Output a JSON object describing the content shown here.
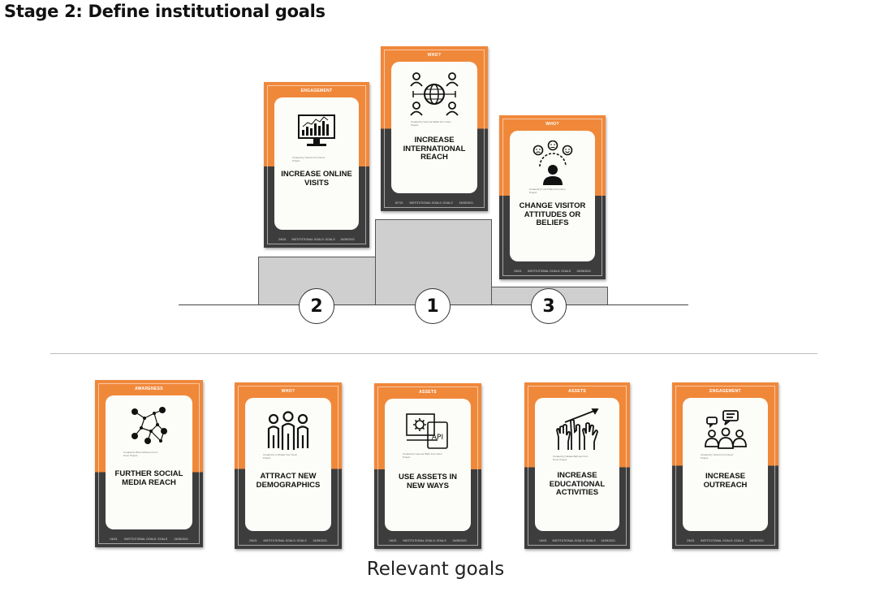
{
  "title": "Stage 2: Define institutional goals",
  "podium": {
    "ranks": [
      "2",
      "1",
      "3"
    ]
  },
  "podium_cards": [
    {
      "category": "ENGAGEMENT",
      "goal": "INCREASE ONLINE VISITS",
      "icon": "monitor-chart-icon",
      "credit": "Created by Vectorz from Noun Project",
      "footer": [
        "2/6/21",
        "INSTITUTIONAL GOALS: GOALS",
        "24/05/2021"
      ]
    },
    {
      "category": "WHO?",
      "goal": "INCREASE INTERNATIONAL REACH",
      "icon": "globe-people-icon",
      "credit": "Created by Gemma Mallet from Noun Project",
      "footer": [
        "8/7/21",
        "INSTITUTIONAL GOALS: GOALS",
        "24/05/2021"
      ]
    },
    {
      "category": "WHO?",
      "goal": "CHANGE VISITOR ATTITUDES OR BELIEFS",
      "icon": "visitor-mood-icon",
      "credit": "Created by Luis Prado from Noun Project",
      "footer": [
        "2/6/21",
        "INSTITUTIONAL GOALS: GOALS",
        "24/05/2021"
      ]
    }
  ],
  "relevant_cards": [
    {
      "category": "AWARENESS",
      "goal": "FURTHER SOCIAL MEDIA REACH",
      "icon": "social-network-icon",
      "credit": "Created by Bohm Dhamun from Noun Project",
      "footer": [
        "1/6/21",
        "INSTITUTIONAL GOALS: GOALS",
        "24/05/2021"
      ]
    },
    {
      "category": "WHO?",
      "goal": "ATTRACT NEW DEMOGRAPHICS",
      "icon": "people-group-icon",
      "credit": "Created by Il Ikhwan from Noun Project",
      "footer": [
        "2/6/21",
        "INSTITUTIONAL GOALS: GOALS",
        "24/05/2021"
      ]
    },
    {
      "category": "ASSETS",
      "goal": "USE ASSETS IN NEW WAYS",
      "icon": "api-device-icon",
      "credit": "Created by Gemma Wark from Noun Project",
      "footer": [
        "1/6/21",
        "INSTITUTIONAL GOALS: GOALS",
        "24/05/2021"
      ]
    },
    {
      "category": "ASSETS",
      "goal": "INCREASE EDUCATIONAL ACTIVITIES",
      "icon": "raised-hands-icon",
      "credit": "Created by Nawas Bahman from Noun Project",
      "footer": [
        "1/6/21",
        "INSTITUTIONAL GOALS: GOALS",
        "24/05/2021"
      ]
    },
    {
      "category": "ENGAGEMENT",
      "goal": "INCREASE OUTREACH",
      "icon": "speech-group-icon",
      "credit": "Created by Vectorz from Noun Project",
      "footer": [
        "2/6/21",
        "INSTITUTIONAL GOALS: GOALS",
        "24/05/2021"
      ]
    }
  ],
  "caption": "Relevant goals",
  "colors": {
    "card_orange": "#f0883a",
    "card_dark": "#3d3d3d",
    "podium_grey": "#cfcfcf"
  }
}
